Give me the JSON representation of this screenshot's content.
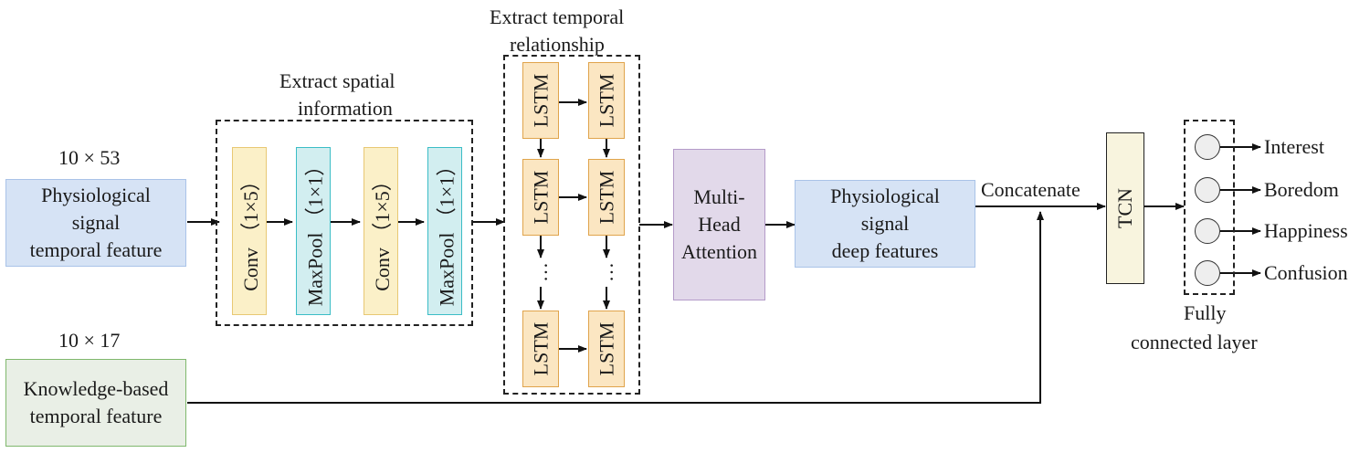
{
  "inputs": {
    "physio_dim": "10 × 53",
    "physio_lines": [
      "Physiological",
      "signal",
      "temporal feature"
    ],
    "know_dim": "10 × 17",
    "know_lines": [
      "Knowledge-based",
      "temporal feature"
    ]
  },
  "spatial": {
    "title_lines": [
      "Extract spatial",
      "information"
    ],
    "conv1": "Conv （1×5）",
    "pool1": "MaxPool （1×1）",
    "conv2": "Conv （1×5）",
    "pool2": "MaxPool （1×1）"
  },
  "temporal": {
    "title_lines": [
      "Extract temporal",
      "relationship"
    ],
    "lstm_label": "LSTM",
    "ellipsis": "…"
  },
  "attention": {
    "lines": [
      "Multi-",
      "Head",
      "Attention"
    ]
  },
  "deep": {
    "lines": [
      "Physiological",
      "signal",
      "deep features"
    ]
  },
  "concatenate": "Concatenate",
  "tcn": "TCN",
  "fc": {
    "outputs": [
      "Interest",
      "Boredom",
      "Happiness",
      "Confusion"
    ],
    "title_lines": [
      "Fully",
      "connected layer"
    ]
  },
  "colors": {
    "input_fill": "#d6e3f5",
    "conv_fill": "#fbf0c8",
    "pool_fill": "#d2eef0",
    "lstm_fill": "#fbe6c2",
    "attention_fill": "#e2d9ea",
    "tcn_fill": "#f8f4de",
    "knowledge_fill": "#e9efe6"
  }
}
